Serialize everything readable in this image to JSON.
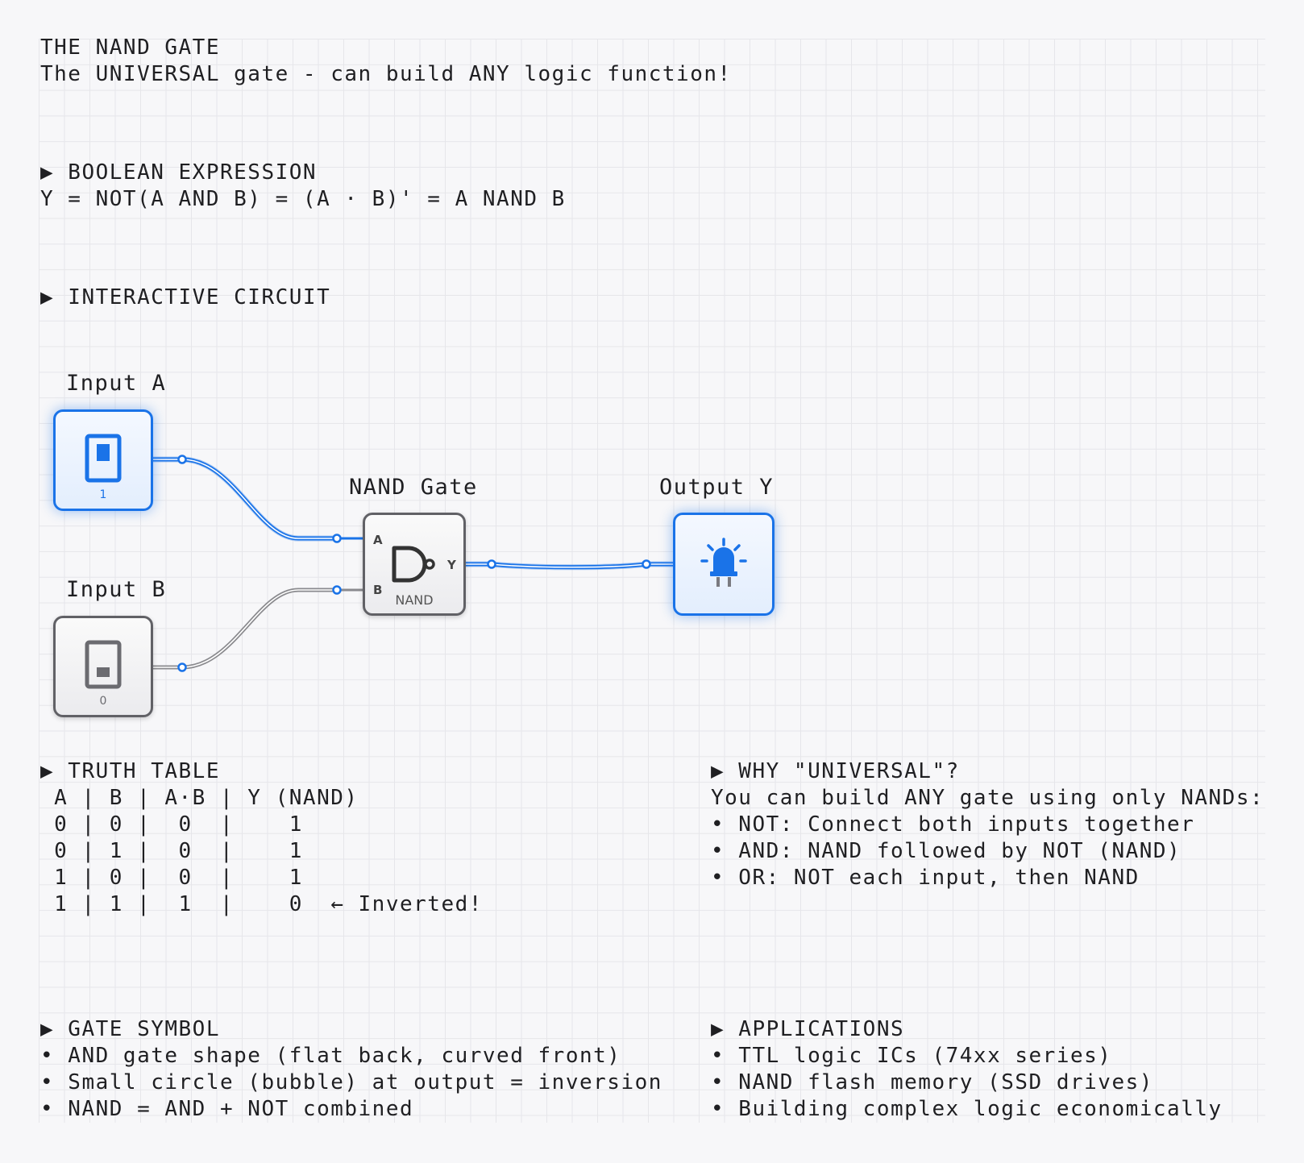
{
  "header": {
    "title": "THE NAND GATE",
    "subtitle": "The UNIVERSAL gate - can build ANY logic function!"
  },
  "boolean": {
    "heading": "▶ BOOLEAN EXPRESSION",
    "expression": "Y = NOT(A AND B) = (A · B)' = A NAND B"
  },
  "circuit": {
    "heading": "▶ INTERACTIVE CIRCUIT",
    "input_a": {
      "label": "Input A",
      "value": "1",
      "state": "on"
    },
    "input_b": {
      "label": "Input B",
      "value": "0",
      "state": "off"
    },
    "gate": {
      "label": "NAND Gate",
      "name": "NAND",
      "pin_a": "A",
      "pin_b": "B",
      "pin_y": "Y"
    },
    "output": {
      "label": "Output Y",
      "state": "on"
    },
    "colors": {
      "active": "#1a73e8",
      "inactive": "#8a8a8e"
    }
  },
  "truth_table": {
    "heading": "▶ TRUTH TABLE",
    "header_row": " A | B | A·B | Y (NAND)",
    "rows": [
      " 0 | 0 |  0  |    1",
      " 0 | 1 |  0  |    1",
      " 1 | 0 |  0  |    1",
      " 1 | 1 |  1  |    0  ← Inverted!"
    ]
  },
  "universal": {
    "heading": "▶ WHY \"UNIVERSAL\"?",
    "intro": "You can build ANY gate using only NANDs:",
    "bullets": [
      "• NOT: Connect both inputs together",
      "• AND: NAND followed by NOT (NAND)",
      "• OR: NOT each input, then NAND"
    ]
  },
  "symbol": {
    "heading": "▶ GATE SYMBOL",
    "bullets": [
      "• AND gate shape (flat back, curved front)",
      "• Small circle (bubble) at output = inversion",
      "• NAND = AND + NOT combined"
    ]
  },
  "applications": {
    "heading": "▶ APPLICATIONS",
    "bullets": [
      "• TTL logic ICs (74xx series)",
      "• NAND flash memory (SSD drives)",
      "• Building complex logic economically"
    ]
  }
}
